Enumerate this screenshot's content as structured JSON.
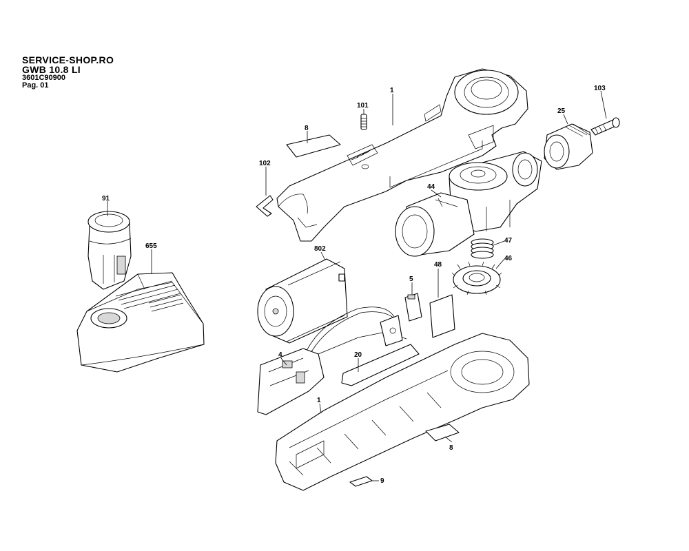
{
  "header": {
    "line1": "SERVICE-SHOP.RO",
    "line2": "GWB 10.8 LI",
    "line3": "3601C90900",
    "line4": "Pag. 01"
  },
  "callouts": [
    {
      "id": "c-91",
      "text": "91"
    },
    {
      "id": "c-655",
      "text": "655"
    },
    {
      "id": "c-8a",
      "text": "8"
    },
    {
      "id": "c-101",
      "text": "101"
    },
    {
      "id": "c-1a",
      "text": "1"
    },
    {
      "id": "c-102",
      "text": "102"
    },
    {
      "id": "c-103",
      "text": "103"
    },
    {
      "id": "c-25",
      "text": "25"
    },
    {
      "id": "c-44",
      "text": "44"
    },
    {
      "id": "c-802",
      "text": "802"
    },
    {
      "id": "c-47",
      "text": "47"
    },
    {
      "id": "c-46",
      "text": "46"
    },
    {
      "id": "c-48",
      "text": "48"
    },
    {
      "id": "c-5",
      "text": "5"
    },
    {
      "id": "c-4",
      "text": "4"
    },
    {
      "id": "c-20",
      "text": "20"
    },
    {
      "id": "c-1b",
      "text": "1"
    },
    {
      "id": "c-8b",
      "text": "8"
    },
    {
      "id": "c-9",
      "text": "9"
    }
  ]
}
